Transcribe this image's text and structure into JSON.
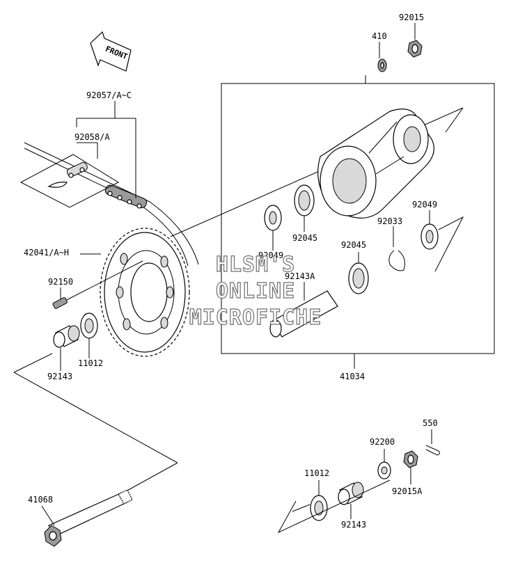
{
  "diagram": {
    "front_label": "FRONT",
    "watermark": [
      "HLSM'S",
      "ONLINE",
      "MICROFICHE"
    ],
    "parts": {
      "p92015": "92015",
      "p410": "410",
      "p92057": "92057/A~C",
      "p92058": "92058/A",
      "p92049_right": "92049",
      "p92033": "92033",
      "p92045_top": "92045",
      "p92049_left": "92049",
      "p92045_mid": "92045",
      "p92143A": "92143A",
      "p42041": "42041/A~H",
      "p92150": "92150",
      "p11012_left": "11012",
      "p92143_left": "92143",
      "p41034": "41034",
      "p550": "550",
      "p92200": "92200",
      "p11012_right": "11012",
      "p92015A": "92015A",
      "p92143_right": "92143",
      "p41068": "41068"
    }
  }
}
